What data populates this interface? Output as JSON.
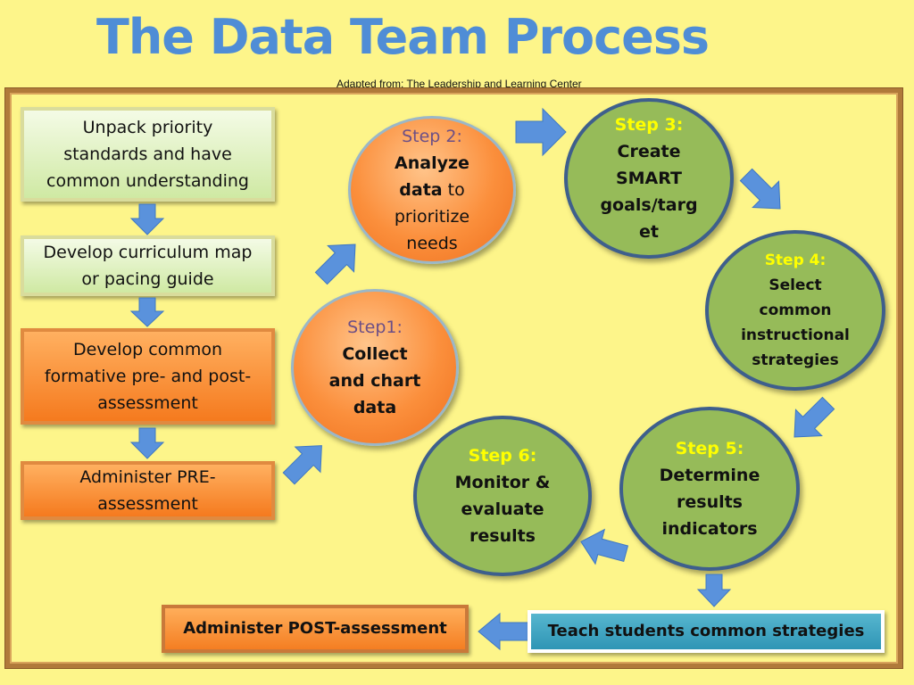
{
  "title": "The Data Team Process",
  "subtitle": "Adapted from: The Leadership and Learning Center",
  "left_boxes": [
    {
      "line1": "Unpack priority",
      "line2": "standards and have",
      "line3": "common understanding"
    },
    {
      "line1": "Develop curriculum map",
      "line2": "or pacing guide"
    },
    {
      "line1": "Develop common",
      "line2": "formative pre- and post-",
      "line3": "assessment"
    },
    {
      "line1": "Administer PRE-",
      "line2": "assessment"
    }
  ],
  "steps": {
    "step1": {
      "label": "Step1:",
      "line1": "Collect",
      "line2": "and chart",
      "line3": "data"
    },
    "step2": {
      "label": "Step 2:",
      "line1": "Analyze",
      "line2_bold": "data",
      "line2_rest": " to",
      "line3": "prioritize",
      "line4": "needs"
    },
    "step3": {
      "label": "Step 3:",
      "line1": "Create",
      "line2": "SMART",
      "line3": "goals/targ",
      "line4": "et"
    },
    "step4": {
      "label": "Step 4:",
      "line1": "Select",
      "line2": "common",
      "line3": "instructional",
      "line4": "strategies"
    },
    "step5": {
      "label": "Step 5:",
      "line1": "Determine",
      "line2": "results",
      "line3": "indicators"
    },
    "step6": {
      "label": "Step 6:",
      "line1": "Monitor &",
      "line2": "evaluate",
      "line3": "results"
    }
  },
  "bottom": {
    "teach": "Teach students common strategies",
    "post": "Administer POST-assessment"
  },
  "colors": {
    "title": "#4f8dd6",
    "background": "#fdf58a",
    "arrow": "#5a92dc",
    "green_circle": "#96bb59",
    "step_label_yellow": "#ffff00"
  }
}
